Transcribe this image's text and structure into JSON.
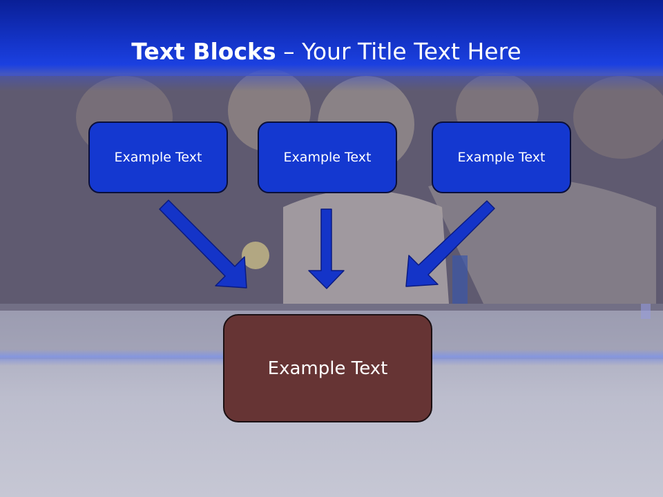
{
  "title": {
    "bold": "Text Blocks",
    "separator": " – ",
    "rest": "Your Title Text Here"
  },
  "top_boxes": [
    {
      "label": "Example Text"
    },
    {
      "label": "Example Text"
    },
    {
      "label": "Example Text"
    }
  ],
  "bottom_box": {
    "label": "Example Text"
  },
  "colors": {
    "header": "#1434c8",
    "box_fill": "#1438d0",
    "arrow": "#1434c8",
    "bottom_box_fill": "#663434"
  }
}
